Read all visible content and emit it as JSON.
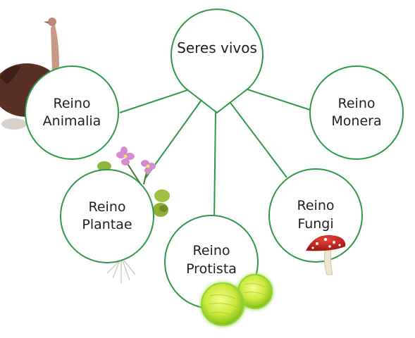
{
  "diagram": {
    "root": {
      "label": "Seres vivos"
    },
    "kingdoms": [
      {
        "id": "animalia",
        "line1": "Reino",
        "line2": "Animalia",
        "illustration": "ostrich"
      },
      {
        "id": "monera",
        "line1": "Reino",
        "line2": "Monera",
        "illustration": ""
      },
      {
        "id": "plantae",
        "line1": "Reino",
        "line2": "Plantae",
        "illustration": "flowering-plant"
      },
      {
        "id": "protista",
        "line1": "Reino",
        "line2": "Protista",
        "illustration": "green-cells"
      },
      {
        "id": "fungi",
        "line1": "Reino",
        "line2": "Fungi",
        "illustration": "mushroom"
      }
    ],
    "colors": {
      "connector": "#2e9a48",
      "node_border": "#2e9a48",
      "node_fill": "#ffffff",
      "text": "#1f1f1f"
    }
  }
}
